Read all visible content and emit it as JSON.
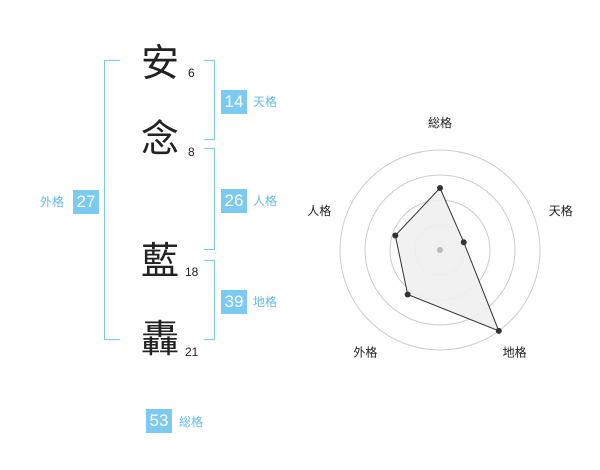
{
  "characters": [
    {
      "kanji": "安",
      "strokes": "6"
    },
    {
      "kanji": "念",
      "strokes": "8"
    },
    {
      "kanji": "藍",
      "strokes": "18"
    },
    {
      "kanji": "轟",
      "strokes": "21"
    }
  ],
  "kaku": {
    "tenkaku": {
      "value": "14",
      "label": "天格"
    },
    "jinkaku": {
      "value": "26",
      "label": "人格"
    },
    "chikaku": {
      "value": "39",
      "label": "地格"
    },
    "gaikaku": {
      "value": "27",
      "label": "外格"
    },
    "soukaku": {
      "value": "53",
      "label": "総格"
    }
  },
  "chart_data": {
    "type": "radar",
    "axes": [
      "総格",
      "天格",
      "地格",
      "外格",
      "人格"
    ],
    "values": [
      0.62,
      0.25,
      1.0,
      0.55,
      0.47
    ],
    "rings": 4,
    "grid": true,
    "colors": {
      "fill": "#efefef",
      "stroke": "#333333",
      "ring": "#cccccc",
      "center": "#bbbbbb"
    }
  },
  "colors": {
    "accent": "#7ccaf1"
  }
}
